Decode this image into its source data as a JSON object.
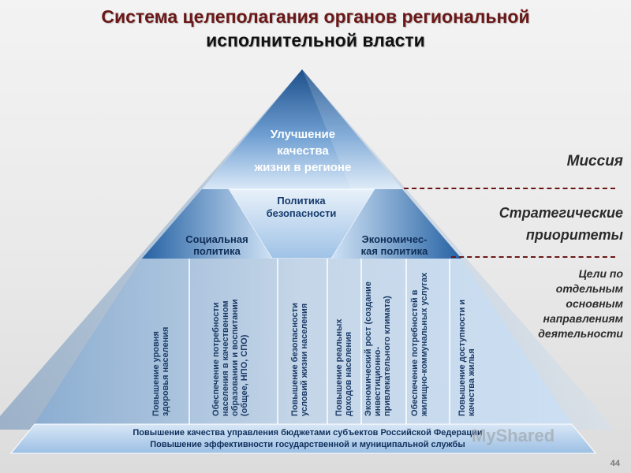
{
  "title": {
    "line1": "Система целеполагания органов региональной",
    "line2": "исполнительной власти"
  },
  "pyramid": {
    "apex": {
      "line1": "Улучшение",
      "line2": "качества",
      "line3": "жизни в регионе"
    },
    "policies": {
      "security": {
        "line1": "Политика",
        "line2": "безопасности"
      },
      "social": {
        "line1": "Социальная",
        "line2": "политика"
      },
      "economic": {
        "line1": "Экономичес-",
        "line2": "кая политика"
      }
    },
    "goals": [
      "Повышение уровня здоровья населения",
      "Обеспечение потребности населения в качественном образовании и воспитании (общее, НПО, СПО)",
      "Повышение безопасности условий жизни населения",
      "Повышение реальных доходов населения",
      "Экономический рост (создание инвестиционно-привлекательного климата)",
      "Обеспечение потребностей в жилищно-коммунальных услугах",
      "Повышение доступности и качества жилья"
    ],
    "base": {
      "line1": "Повышение качества управления бюджетами субъектов Российской Федерации",
      "line2": "Повышение эффективности государственной и муниципальной службы"
    }
  },
  "right_labels": {
    "mission": "Миссия",
    "priorities_line1": "Стратегические",
    "priorities_line2": "приоритеты",
    "goals_line1": "Цели по",
    "goals_line2": "отдельным",
    "goals_line3": "основным",
    "goals_line4": "направлениям",
    "goals_line5": "деятельности"
  },
  "watermark": "MyShared",
  "page_number": "44",
  "colors": {
    "title": "#6b1717",
    "label_text": "#163c6e",
    "dash": "#6b1717"
  }
}
